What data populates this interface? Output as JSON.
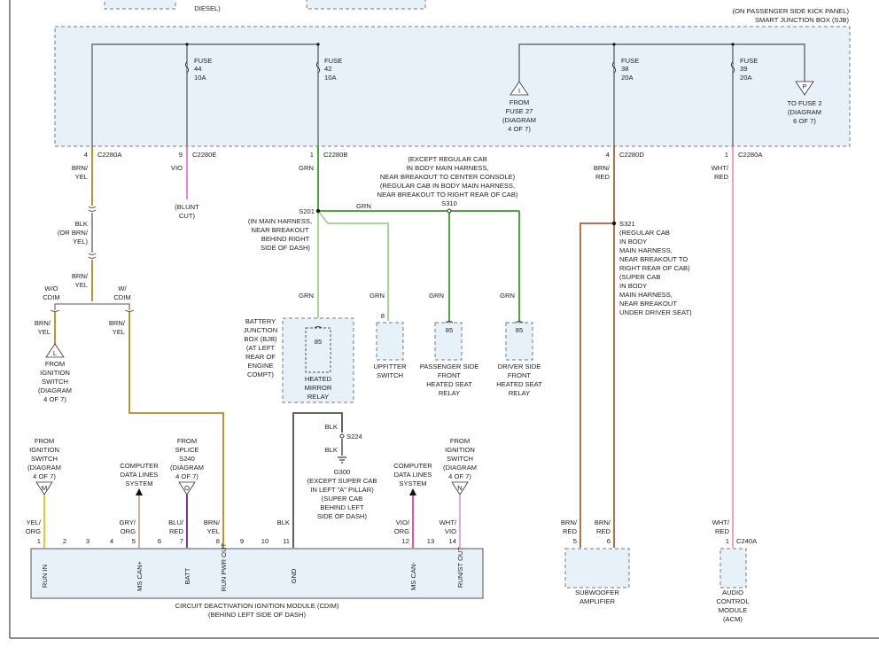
{
  "sjb": {
    "note_line1": "(ON PASSENGER SIDE KICK PANEL)",
    "note_line2": "SMART JUNCTION BOX (SJB)",
    "top_fragment": "DIESEL)"
  },
  "fuses": [
    {
      "label": "FUSE",
      "num": "44",
      "amp": "10A"
    },
    {
      "label": "FUSE",
      "num": "42",
      "amp": "10A"
    },
    {
      "label": "FUSE",
      "num": "38",
      "amp": "20A"
    },
    {
      "label": "FUSE",
      "num": "39",
      "amp": "20A"
    }
  ],
  "sjb_refs": {
    "from_fuse27": {
      "letter": "I",
      "lines": [
        "FROM",
        "FUSE 27",
        "(DIAGRAM",
        "4 OF 7)"
      ]
    },
    "to_fuse2": {
      "letter": "P",
      "lines": [
        "TO FUSE 2",
        "(DIAGRAM",
        "6 OF 7)"
      ]
    }
  },
  "pins": [
    {
      "pin": "4",
      "conn": "C2280A",
      "color": [
        "BRN/",
        "YEL"
      ]
    },
    {
      "pin": "9",
      "conn": "C2280E",
      "color": [
        "VIO"
      ]
    },
    {
      "pin": "1",
      "conn": "C2280B",
      "color": [
        "GRN"
      ]
    },
    {
      "pin": "4",
      "conn": "C2280D",
      "color": [
        "BRN/",
        "RED"
      ]
    },
    {
      "pin": "1",
      "conn": "C2280A",
      "color": [
        "WHT/",
        "RED"
      ]
    }
  ],
  "blunt_cut": [
    "(BLUNT",
    "CUT)"
  ],
  "inline_conn": {
    "color": [
      "BLK",
      "(OR BRN/",
      "YEL)"
    ],
    "after": [
      "BRN/",
      "YEL"
    ]
  },
  "branch": {
    "wo": [
      "W/O",
      "CDIM"
    ],
    "w": [
      "W/",
      "CDIM"
    ],
    "left_color": [
      "BRN/",
      "YEL"
    ],
    "right_color": [
      "BRN/",
      "YEL"
    ]
  },
  "ign_ref_l": {
    "letter": "L",
    "lines": [
      "FROM",
      "IGNITION",
      "SWITCH",
      "(DIAGRAM",
      "4 OF 7)"
    ]
  },
  "green_note": [
    "(EXCEPT REGULAR CAB",
    "IN BODY MAIN HARNESS,",
    "NEAR BREAKOUT TO CENTER CONSOLE)",
    "(REGULAR CAB  IN BODY MAIN HARNESS,",
    "NEAR BREAKOUT TO RIGHT REAR OF CAB)"
  ],
  "s201": {
    "label": "S201",
    "note": [
      "(IN MAIN HARNESS,",
      "NEAR BREAKOUT",
      "BEHIND RIGHT",
      "SIDE OF DASH)"
    ]
  },
  "s310": {
    "label": "S310",
    "wire": "GRN"
  },
  "grn_labels": [
    "GRN",
    "GRN",
    "GRN",
    "GRN"
  ],
  "relays": [
    {
      "pin": "85",
      "name": [
        "HEATED",
        "MIRROR",
        "RELAY"
      ]
    },
    {
      "pin": "8",
      "name": [
        "UPFITTER",
        "SWITCH"
      ]
    },
    {
      "pin": "85",
      "name": [
        "PASSENGER SIDE",
        "FRONT",
        "HEATED SEAT",
        "RELAY"
      ]
    },
    {
      "pin": "85",
      "name": [
        "DRIVER SIDE",
        "FRONT",
        "HEATED SEAT",
        "RELAY"
      ]
    }
  ],
  "bjb": [
    "BATTERY",
    "JUNCTION",
    "BOX (BJB)",
    "(AT LEFT",
    "REAR OF",
    "ENGINE",
    "COMPT)"
  ],
  "s321": {
    "label": "S321",
    "note": [
      "(REGULAR CAB",
      "IN BODY",
      "MAIN HARNESS,",
      "NEAR BREAKOUT TO",
      "RIGHT REAR OF CAB)",
      "(SUPER CAB",
      "IN BODY",
      "MAIN HARNESS,",
      "NEAR BREAKOUT",
      "UNDER DRIVER SEAT)"
    ]
  },
  "ground": {
    "blk1": "BLK",
    "splice": "S224",
    "blk2": "BLK",
    "label": "G300",
    "note": [
      "(EXCEPT SUPER CAB",
      "IN LEFT \"A\" PILLAR)",
      "(SUPER CAB",
      "BEHIND LEFT",
      "SIDE OF DASH)"
    ]
  },
  "cdim_refs": [
    {
      "letter": "M",
      "lines": [
        "FROM",
        "IGNITION",
        "SWITCH",
        "(DIAGRAM",
        "4 OF 7)"
      ]
    },
    {
      "lines": [
        "COMPUTER",
        "DATA LINES",
        "SYSTEM"
      ]
    },
    {
      "letter": "O",
      "lines": [
        "FROM",
        "SPLICE",
        "S240",
        "(DIAGRAM",
        "4 OF 7)"
      ]
    },
    {
      "lines": [
        "COMPUTER",
        "DATA LINES",
        "SYSTEM"
      ]
    },
    {
      "letter": "N",
      "lines": [
        "FROM",
        "IGNITION",
        "SWITCH",
        "(DIAGRAM",
        "4 OF 7)"
      ]
    }
  ],
  "cdim_wires": [
    {
      "pin": "1",
      "color": [
        "YEL/",
        "ORG"
      ]
    },
    {
      "pin": "5",
      "color": [
        "GRY/",
        "ORG"
      ]
    },
    {
      "pin": "7",
      "color": [
        "BLU/",
        "RED"
      ]
    },
    {
      "pin": "8",
      "color": [
        "BRN/",
        "YEL"
      ]
    },
    {
      "pin": "11",
      "color": [
        "BLK"
      ]
    },
    {
      "pin": "12",
      "color": [
        "VIO/",
        "ORG"
      ]
    },
    {
      "pin": "14",
      "color": [
        "WHT/",
        "VIO"
      ]
    }
  ],
  "cdim_unused_pins": [
    "2",
    "3",
    "4",
    "6",
    "9",
    "10",
    "13"
  ],
  "cdim_terms": [
    "RUN IN",
    "MS CAN+",
    "BATT",
    "RUN PWR OUT",
    "GND",
    "MS CAN-",
    "RUN/ST OUT"
  ],
  "cdim": {
    "name": "CIRCUIT DEACTIVATION IGNITION MODULE (CDIM)",
    "loc": "(BEHIND LEFT SIDE OF DASH)"
  },
  "sub": {
    "wires": [
      {
        "pin": "5",
        "color": [
          "BRN/",
          "RED"
        ]
      },
      {
        "pin": "6",
        "color": [
          "BRN/",
          "RED"
        ]
      }
    ],
    "name": [
      "SUBWOOFER",
      "AMPLIFIER"
    ]
  },
  "acm": {
    "pin": "1",
    "conn": "C240A",
    "color": [
      "WHT/",
      "RED"
    ],
    "name": [
      "AUDIO",
      "CONTROL",
      "MODULE",
      "(ACM)"
    ]
  },
  "colors": {
    "brn_yel": "#b58a1e",
    "vio": "#e07ad7",
    "grn": "#3a9a2a",
    "grn_light": "#9fd18f",
    "brn_red": "#a5643a",
    "wht_red": "#ef9aa6",
    "yel_org": "#e8c51c",
    "gry_org": "#caa79b",
    "blu_red": "#6a1f80",
    "blk": "#505050",
    "vio_org": "#df3c9e",
    "wht_vio": "#ec9ad7",
    "box_fill": "#e6f1f9"
  }
}
